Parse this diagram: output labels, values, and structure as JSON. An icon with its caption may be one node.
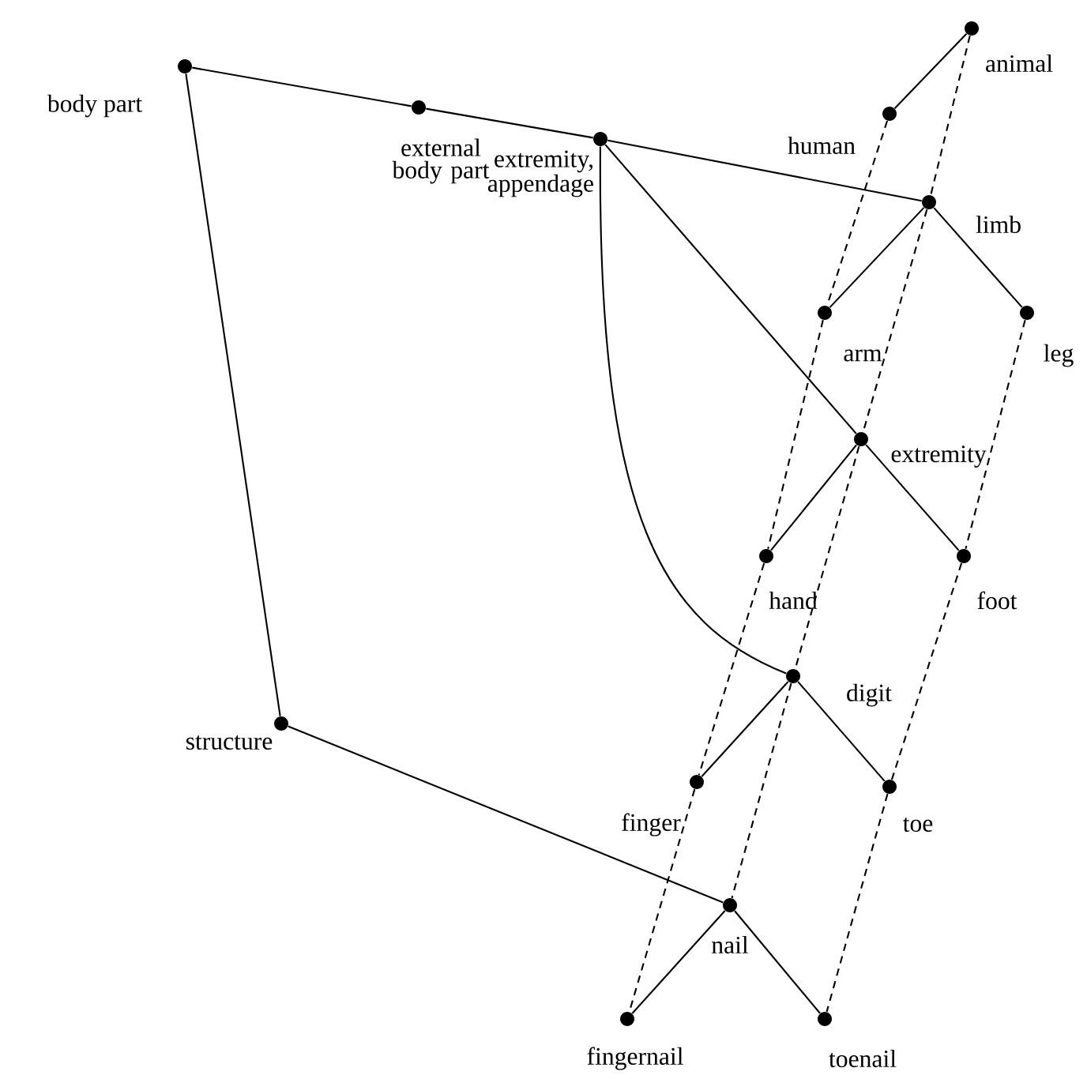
{
  "diagram": {
    "nodes": [
      {
        "text": [
          "animal"
        ]
      },
      {
        "text": [
          "human"
        ]
      },
      {
        "text": [
          "body part"
        ]
      },
      {
        "text": [
          "external body part"
        ]
      },
      {
        "text": [
          "extremity, appendage"
        ]
      },
      {
        "text": [
          "limb"
        ]
      },
      {
        "text": [
          "arm"
        ]
      },
      {
        "text": [
          "leg"
        ]
      },
      {
        "text": [
          "extremity"
        ]
      },
      {
        "text": [
          "hand"
        ]
      },
      {
        "text": [
          "foot"
        ]
      },
      {
        "text": [
          "digit"
        ]
      },
      {
        "text": [
          "structure"
        ]
      },
      {
        "text": [
          "finger"
        ]
      },
      {
        "text": [
          "toe"
        ]
      },
      {
        "text": [
          "nail"
        ]
      },
      {
        "text": [
          "fingernail"
        ]
      },
      {
        "text": [
          "toenail"
        ]
      }
    ],
    "edges": [
      {
        "from": 2,
        "to": 3,
        "arrow": "none"
      },
      {
        "from": 3,
        "to": 4,
        "arrow": "none"
      },
      {
        "from": 4,
        "to": 5,
        "arrow": "none"
      },
      {
        "from": 2,
        "to": 12,
        "arrow": "none"
      },
      {
        "from": 12,
        "to": 15,
        "arrow": "none"
      },
      {
        "from": 0,
        "to": 1,
        "arrow": "none"
      },
      {
        "from": 5,
        "to": 6,
        "arrow": "none"
      },
      {
        "from": 5,
        "to": 7,
        "arrow": "none"
      },
      {
        "from": 4,
        "to": 8,
        "arrow": "none"
      },
      {
        "from": 8,
        "to": 9,
        "arrow": "none"
      },
      {
        "from": 8,
        "to": 10,
        "arrow": "none"
      },
      {
        "from": 4,
        "to": 11,
        "arrow": "none"
      },
      {
        "from": 11,
        "to": 13,
        "arrow": "none"
      },
      {
        "from": 11,
        "to": 14,
        "arrow": "none"
      },
      {
        "from": 15,
        "to": 16,
        "arrow": "none"
      },
      {
        "from": 15,
        "to": 17,
        "arrow": "none"
      },
      {
        "from": 0,
        "to": 5,
        "arrow": "none",
        "style": "dashed"
      },
      {
        "from": 5,
        "to": 8,
        "arrow": "none",
        "style": "dashed"
      },
      {
        "from": 8,
        "to": 11,
        "arrow": "none",
        "style": "dashed"
      },
      {
        "from": 11,
        "to": 15,
        "arrow": "none",
        "style": "dashed"
      },
      {
        "from": 1,
        "to": 6,
        "arrow": "none",
        "style": "dashed"
      },
      {
        "from": 6,
        "to": 9,
        "arrow": "none",
        "style": "dashed"
      },
      {
        "from": 9,
        "to": 13,
        "arrow": "none",
        "style": "dashed"
      },
      {
        "from": 13,
        "to": 16,
        "arrow": "none",
        "style": "dashed"
      },
      {
        "from": 7,
        "to": 10,
        "arrow": "none",
        "style": "dashed"
      },
      {
        "from": 10,
        "to": 14,
        "arrow": "none",
        "style": "dashed"
      },
      {
        "from": 14,
        "to": 17,
        "arrow": "none",
        "style": "dashed"
      }
    ]
  }
}
